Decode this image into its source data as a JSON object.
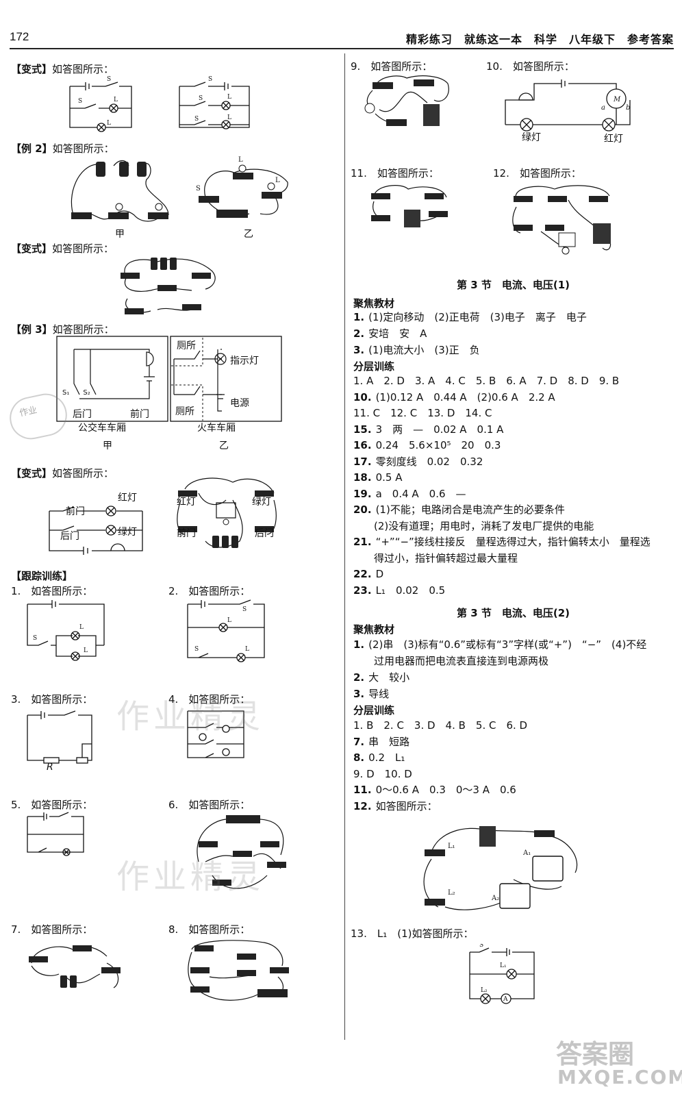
{
  "header": {
    "page_number": "172",
    "title": "精彩练习　就练这一本　科学　八年级下　参考答案"
  },
  "left": {
    "bianshi1": {
      "tag": "【变式】",
      "text": "如答图所示："
    },
    "li2": {
      "tag": "【例 2】",
      "text": "如答图所示：",
      "cap_jia": "甲",
      "cap_yi": "乙"
    },
    "bianshi2": {
      "tag": "【变式】",
      "text": "如答图所示："
    },
    "li3": {
      "tag": "【例 3】",
      "text": "如答图所示：",
      "label_houmen": "后门",
      "label_qianmen": "前门",
      "label_bus": "公交车车厢",
      "label_cesuo1": "厕所",
      "label_cesuo2": "厕所",
      "label_zhishideng": "指示灯",
      "label_dianyuan": "电源",
      "label_train": "火车车厢",
      "cap_jia": "甲",
      "cap_yi": "乙"
    },
    "bianshi3": {
      "tag": "【变式】",
      "text": "如答图所示：",
      "qianmen": "前门",
      "houmen": "后门",
      "hongdeng": "红灯",
      "lvdeng": "绿灯",
      "hongdeng2": "红灯",
      "lvdeng2": "绿灯",
      "qianmen2": "前门",
      "houmen2": "后门"
    },
    "genzong": {
      "tag": "【跟踪训练】"
    },
    "q1": "1.　如答图所示：",
    "q2": "2.　如答图所示：",
    "q3": "3.　如答图所示：",
    "q4": "4.　如答图所示：",
    "q5": "5.　如答图所示：",
    "q6": "6.　如答图所示：",
    "q7": "7.　如答图所示：",
    "q8": "8.　如答图所示：",
    "r_label": "R"
  },
  "right": {
    "q9": "9.　如答图所示：",
    "q10": "10.　如答图所示：",
    "q10_labels": {
      "lvdeng": "绿灯",
      "hongdeng": "红灯"
    },
    "q11": "11.　如答图所示：",
    "q12": "12.　如答图所示：",
    "sec1_title": "第 3 节　电流、电压(1)",
    "sec1_focus": "聚焦教材",
    "sec1_focus_items": [
      {
        "n": "1.",
        "t": "(1)定向移动　(2)正电荷　(3)电子　离子　电子"
      },
      {
        "n": "2.",
        "t": "安培　安　A"
      },
      {
        "n": "3.",
        "t": "(1)电流大小　(3)正　负"
      }
    ],
    "sec1_layer": "分层训练",
    "sec1_layer_items": [
      {
        "n": "",
        "t": "1. A　2. D　3. A　4. C　5. B　6. A　7. D　8. D　9. B"
      },
      {
        "n": "10.",
        "t": "(1)0.12 A　0.44 A　(2)0.6 A　2.2 A"
      },
      {
        "n": "",
        "t": "11. C　12. C　13. D　14. C"
      },
      {
        "n": "15.",
        "t": "3　两　—　0.02 A　0.1 A"
      },
      {
        "n": "16.",
        "t": "0.24　5.6×10⁵　20　0.3"
      },
      {
        "n": "17.",
        "t": "零刻度线　0.02　0.32"
      },
      {
        "n": "18.",
        "t": "0.5 A"
      },
      {
        "n": "19.",
        "t": "a　0.4 A　0.6　—"
      },
      {
        "n": "20.",
        "t": "(1)不能；电路闭合是电流产生的必要条件"
      },
      {
        "n": "",
        "t": "　　(2)没有道理；用电时，消耗了发电厂提供的电能"
      },
      {
        "n": "21.",
        "t": "“+”“−”接线柱接反　量程选得过大，指针偏转太小　量程选"
      },
      {
        "n": "",
        "t": "　　得过小，指针偏转超过最大量程"
      },
      {
        "n": "22.",
        "t": "D"
      },
      {
        "n": "23.",
        "t": "L₁　0.02　0.5"
      }
    ],
    "sec2_title": "第 3 节　电流、电压(2)",
    "sec2_focus": "聚焦教材",
    "sec2_focus_items": [
      {
        "n": "1.",
        "t": "(2)串　(3)标有“0.6”或标有“3”字样(或“+”)　“−”　(4)不经"
      },
      {
        "n": "",
        "t": "　　过用电器而把电流表直接连到电源两极"
      },
      {
        "n": "2.",
        "t": "大　较小"
      },
      {
        "n": "3.",
        "t": "导线"
      }
    ],
    "sec2_layer": "分层训练",
    "sec2_layer_items": [
      {
        "n": "",
        "t": "1. B　2. C　3. D　4. B　5. C　6. D"
      },
      {
        "n": "7.",
        "t": "串　短路"
      },
      {
        "n": "8.",
        "t": "0.2　L₁"
      },
      {
        "n": "",
        "t": "9. D　10. D"
      },
      {
        "n": "11.",
        "t": "0～0.6 A　0.3　0～3 A　0.6"
      },
      {
        "n": "12.",
        "t": "如答图所示："
      }
    ],
    "q13": "13.　L₁　(1)如答图所示："
  },
  "watermarks": {
    "w1": "作业精灵",
    "w2": "作业精灵",
    "stamp": "作业",
    "logo1": "答案圈",
    "logo2": "MXQE.COM"
  }
}
